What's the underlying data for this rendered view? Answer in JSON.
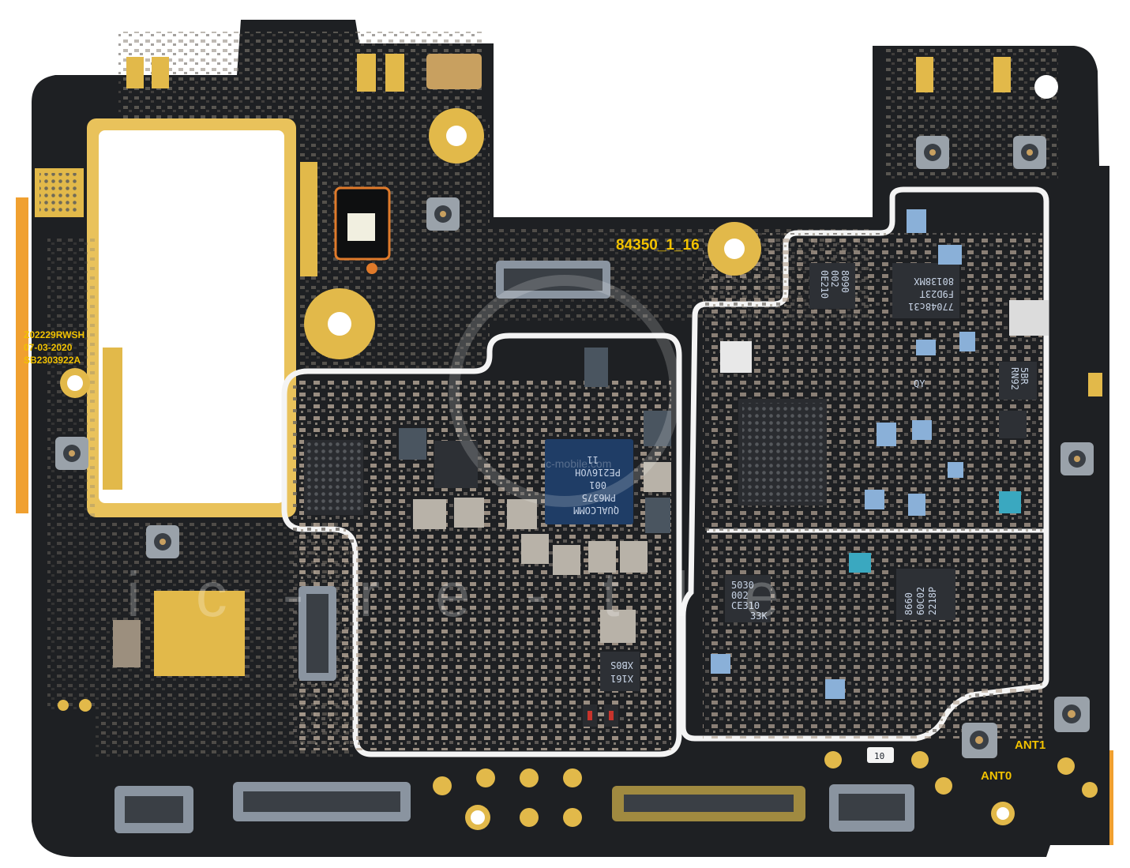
{
  "board": {
    "version_label": "84350_1_16",
    "date_code": "Z02229RWSH",
    "date": "07-03-2020",
    "serial": "SB2303922A",
    "antenna_labels": [
      "ANT1",
      "ANT0"
    ],
    "component_label": "10"
  },
  "chips": {
    "pmic": {
      "lines": [
        "QUALCOMM",
        "PM6375",
        "001",
        "PE216VOH",
        "11"
      ]
    },
    "small_pmic": {
      "lines": [
        "X161",
        "XB0S"
      ]
    },
    "left_chip": {
      "lines": [
        "5030",
        "002",
        "CE310",
        "33K"
      ]
    },
    "right_chip": {
      "lines": [
        "8660",
        "60C02",
        "2218P"
      ]
    },
    "top_chip": {
      "lines": [
        "77048c31",
        "F9D23T",
        "80138MX"
      ]
    },
    "side_chip": {
      "lines": [
        "8090",
        "002",
        "0E210"
      ]
    },
    "small_blue": {
      "lines": [
        "QY"
      ]
    },
    "tiny": {
      "lines": [
        "5BR",
        "RN92"
      ]
    }
  },
  "watermark": {
    "text": "ic-mobile.com",
    "letters": "ic-re-tle"
  },
  "colors": {
    "board": "#1e2023",
    "gold": "#e2b94a",
    "orange": "#f0a030",
    "shield": "#f4f4f4"
  }
}
